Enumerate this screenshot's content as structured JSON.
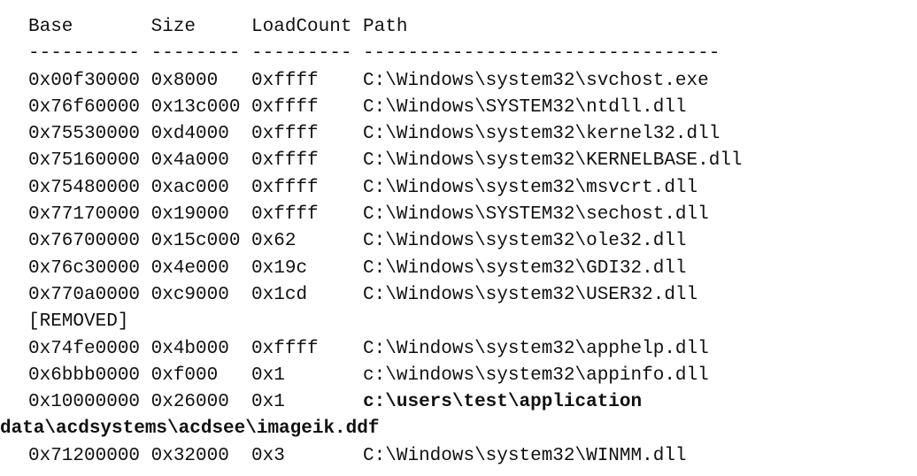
{
  "header": {
    "columns": [
      "Base",
      "Size",
      "LoadCount",
      "Path"
    ],
    "separator": "---------- -------- --------- --------------------------------"
  },
  "rows": [
    {
      "base": "0x00f30000",
      "size": "0x8000",
      "load_count": "0xffff",
      "path": "C:\\Windows\\system32\\svchost.exe"
    },
    {
      "base": "0x76f60000",
      "size": "0x13c000",
      "load_count": "0xffff",
      "path": "C:\\Windows\\SYSTEM32\\ntdll.dll"
    },
    {
      "base": "0x75530000",
      "size": "0xd4000",
      "load_count": "0xffff",
      "path": "C:\\Windows\\system32\\kernel32.dll"
    },
    {
      "base": "0x75160000",
      "size": "0x4a000",
      "load_count": "0xffff",
      "path": "C:\\Windows\\system32\\KERNELBASE.dll"
    },
    {
      "base": "0x75480000",
      "size": "0xac000",
      "load_count": "0xffff",
      "path": "C:\\Windows\\system32\\msvcrt.dll"
    },
    {
      "base": "0x77170000",
      "size": "0x19000",
      "load_count": "0xffff",
      "path": "C:\\Windows\\SYSTEM32\\sechost.dll"
    },
    {
      "base": "0x76700000",
      "size": "0x15c000",
      "load_count": "0x62",
      "path": "C:\\Windows\\system32\\ole32.dll"
    },
    {
      "base": "0x76c30000",
      "size": "0x4e000",
      "load_count": "0x19c",
      "path": "C:\\Windows\\system32\\GDI32.dll"
    },
    {
      "base": "0x770a0000",
      "size": "0xc9000",
      "load_count": "0x1cd",
      "path": "C:\\Windows\\system32\\USER32.dll"
    }
  ],
  "removed_marker": "[REMOVED]",
  "rows_after": [
    {
      "base": "0x74fe0000",
      "size": "0x4b000",
      "load_count": "0xffff",
      "path": "C:\\Windows\\system32\\apphelp.dll"
    },
    {
      "base": "0x6bbb0000",
      "size": "0xf000",
      "load_count": "0x1",
      "path": "c:\\windows\\system32\\appinfo.dll"
    }
  ],
  "highlighted_row": {
    "base": "0x10000000",
    "size": "0x26000",
    "load_count": "0x1",
    "path_line1": "c:\\users\\test\\application",
    "path_line2": "data\\acdsystems\\acdsee\\imageik.ddf"
  },
  "last_row": {
    "base": "0x71200000",
    "size": "0x32000",
    "load_count": "0x3",
    "path": "C:\\Windows\\system32\\WINMM.dll"
  }
}
